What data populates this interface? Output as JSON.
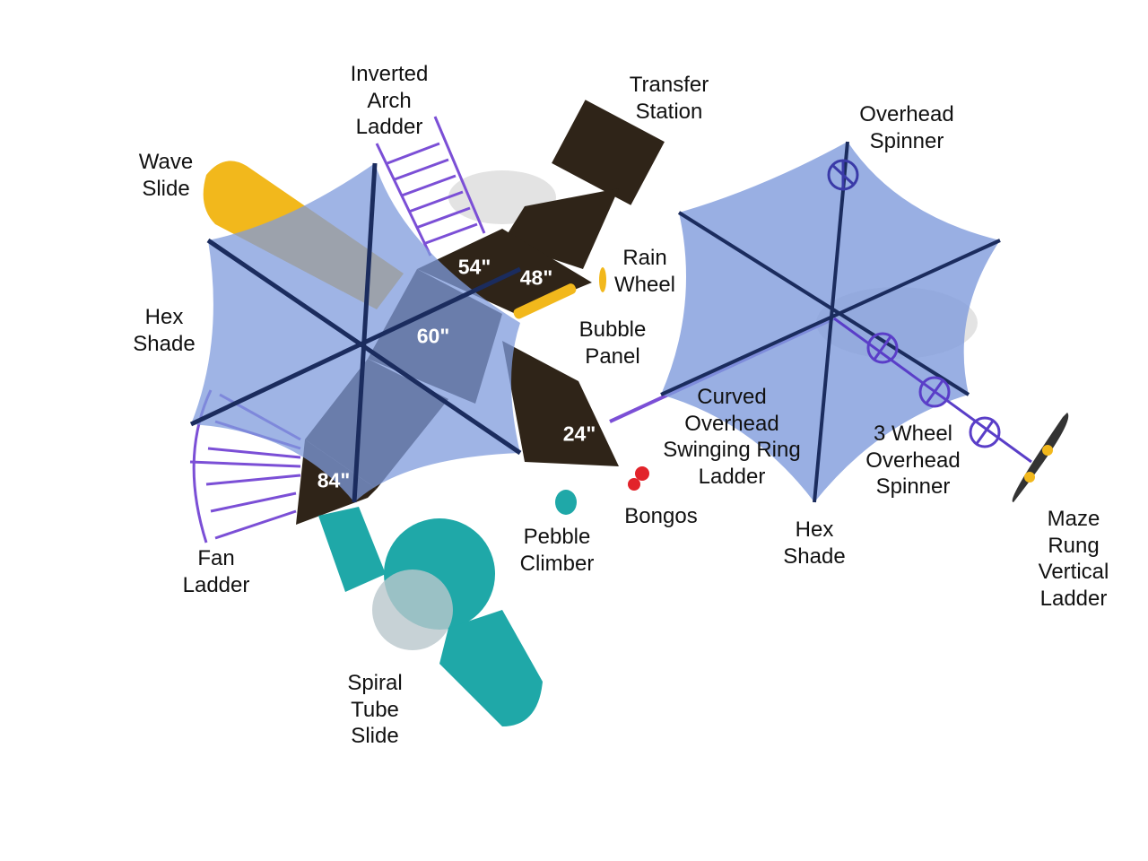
{
  "labels": {
    "inverted_arch_ladder": "Inverted\nArch\nLadder",
    "transfer_station": "Transfer\nStation",
    "wave_slide": "Wave\nSlide",
    "overhead_spinner": "Overhead\nSpinner",
    "rain_wheel": "Rain\nWheel",
    "hex_shade_left": "Hex\nShade",
    "bubble_panel": "Bubble\nPanel",
    "curved_ring_ladder": "Curved\nOverhead\nSwinging Ring\nLadder",
    "three_wheel_spinner": "3 Wheel\nOverhead\nSpinner",
    "bongos": "Bongos",
    "pebble_climber": "Pebble\nClimber",
    "hex_shade_right": "Hex\nShade",
    "maze_rung_ladder": "Maze Rung\nVertical\nLadder",
    "fan_ladder": "Fan\nLadder",
    "spiral_tube_slide": "Spiral\nTube\nSlide"
  },
  "deck_heights": {
    "h54": "54\"",
    "h48": "48\"",
    "h60": "60\"",
    "h24": "24\"",
    "h84": "84\""
  },
  "colors": {
    "shade": "#7f9bdc",
    "post": "#1b2c5e",
    "deck": "#2f2418",
    "accent_purple": "#7b4fd6",
    "slide_yellow": "#f2b81c",
    "tube_teal": "#1fa8a8",
    "bongo_red": "#e2232a"
  }
}
